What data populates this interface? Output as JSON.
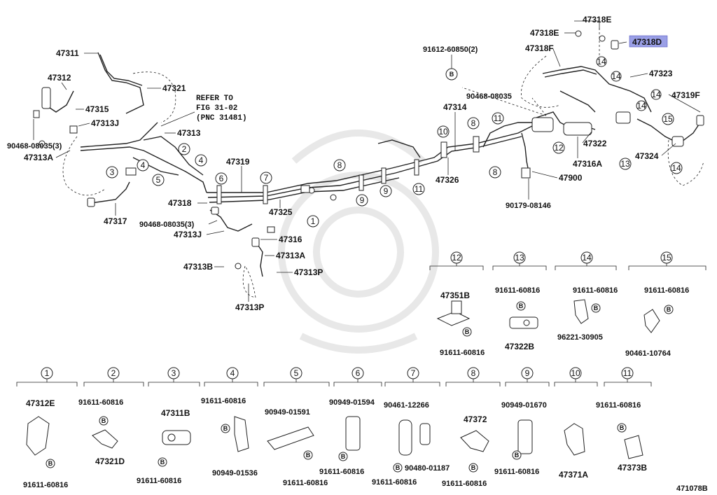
{
  "labels": {
    "p47318E_top": "47318E",
    "p47318E_left": "47318E",
    "p47318D": "47318D",
    "p91612": "91612-60850(2)",
    "p47318F": "47318F",
    "p47323": "47323",
    "p47311": "47311",
    "p47312": "47312",
    "p47321": "47321",
    "p47315": "47315",
    "p47313J_top": "47313J",
    "p90468_left": "90468-08035(3)",
    "p47313A_left": "47313A",
    "p47313": "47313",
    "p47319": "47319",
    "p47318": "47318",
    "p47317": "47317",
    "p47325": "47325",
    "p90468_mid": "90468-08035(3)",
    "p47313J_mid": "47313J",
    "p47316": "47316",
    "p47313A_mid": "47313A",
    "p47313B": "47313B",
    "p47313P_right": "47313P",
    "p47313P_bottom": "47313P",
    "p90468_right": "90468-08035",
    "p47314": "47314",
    "p47326": "47326",
    "p47900": "47900",
    "p90179": "90179-08146",
    "p47316A": "47316A",
    "p47322": "47322",
    "p47319F": "47319F",
    "p47324": "47324",
    "refer_line1": "REFER TO",
    "refer_line2": "FIG 31-02",
    "refer_line3": "(PNC 31481)",
    "diagram_id": "471078B"
  },
  "callouts": {
    "c1": "1",
    "c2": "2",
    "c3": "3",
    "c4": "4",
    "c5": "5",
    "c6": "6",
    "c7": "7",
    "c8": "8",
    "c9": "9",
    "c10": "10",
    "c11": "11",
    "c12": "12",
    "c13": "13",
    "c14": "14",
    "c15": "15",
    "b": "B"
  },
  "detail_groups": [
    {
      "num": "1",
      "part": "47312E",
      "bolt": "91611-60816"
    },
    {
      "num": "2",
      "part": "91611-60816",
      "sub": "47321D"
    },
    {
      "num": "3",
      "part": "47311B",
      "bolt": "91611-60816"
    },
    {
      "num": "4",
      "part": "91611-60816",
      "sub": "90949-01536"
    },
    {
      "num": "5",
      "part": "90949-01591",
      "bolt": "91611-60816"
    },
    {
      "num": "6",
      "part": "90949-01594",
      "bolt": "91611-60816"
    },
    {
      "num": "7",
      "part": "90461-12266",
      "sub": "90480-01187",
      "bolt": "91611-60816"
    },
    {
      "num": "8",
      "part": "47372",
      "bolt": "91611-60816"
    },
    {
      "num": "9",
      "part": "90949-01670",
      "bolt": "91611-60816"
    },
    {
      "num": "10",
      "part": "47371A"
    },
    {
      "num": "11",
      "part": "91611-60816",
      "sub": "47373B"
    },
    {
      "num": "12",
      "part": "47351B",
      "bolt": "91611-60816"
    },
    {
      "num": "13",
      "part": "91611-60816",
      "sub": "47322B"
    },
    {
      "num": "14",
      "part": "91611-60816",
      "sub": "96221-30905"
    },
    {
      "num": "15",
      "part": "91611-60816",
      "sub": "90461-10764"
    }
  ],
  "colors": {
    "highlight": "#9a9fe6",
    "ink": "#111111"
  }
}
